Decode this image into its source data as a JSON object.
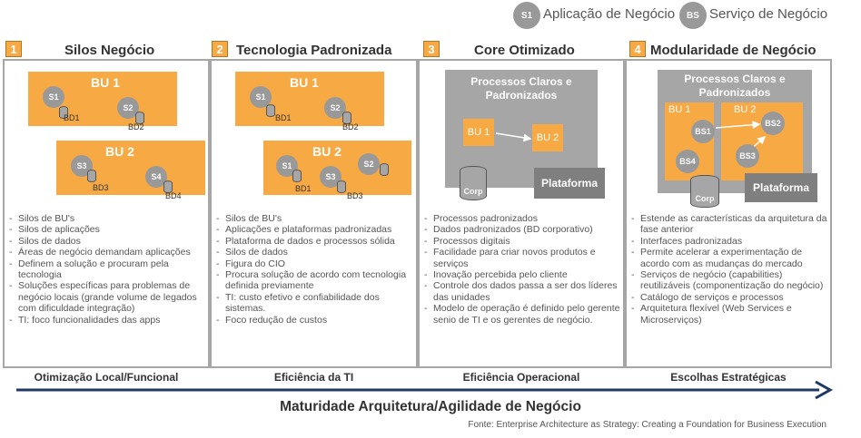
{
  "legend": [
    {
      "code": "S1",
      "label": "Aplicação de Negócio"
    },
    {
      "code": "BS",
      "label": "Serviço de Negócio"
    }
  ],
  "stages": [
    {
      "number": "1",
      "title": "Silos Negócio",
      "footer": "Otimização Local/Funcional",
      "diagram": {
        "bu1": "BU 1",
        "bu2": "BU 2",
        "apps": [
          "S1",
          "S2",
          "S3",
          "S4"
        ],
        "dbs": [
          "BD1",
          "BD2",
          "BD3",
          "BD4"
        ]
      },
      "bullets": [
        "Silos de BU's",
        "Silos de aplicações",
        "Silos de dados",
        "Áreas de negócio demandam aplicações",
        "Definem a solução e procuram pela tecnologia",
        "Soluções específicas para problemas de negócio locais (grande volume de legados com dificuldade integração)",
        "TI: foco funcionalidades das apps"
      ]
    },
    {
      "number": "2",
      "title": "Tecnologia Padronizada",
      "footer": "Eficiência da TI",
      "diagram": {
        "bu1": "BU 1",
        "bu2": "BU 2",
        "apps": [
          "S1",
          "S2",
          "S1",
          "S3",
          "S2"
        ],
        "dbs": [
          "BD1",
          "BD2",
          "BD1",
          "BD3"
        ]
      },
      "bullets": [
        "Silos de BU's",
        "Aplicações e plataformas padronizadas",
        "Plataforma de dados e processos sólida",
        "Silos de dados",
        "Figura do CIO",
        "Procura solução de acordo com tecnologia definida previamente",
        "TI: custo efetivo e confiabilidade dos sistemas.",
        "Foco redução de custos"
      ]
    },
    {
      "number": "3",
      "title": "Core Otimizado",
      "footer": "Eficiência Operacional",
      "diagram": {
        "process_title": "Processos Claros e Padronizados",
        "bu1": "BU 1",
        "bu2": "BU 2",
        "db": "Corp",
        "platform": "Plataforma"
      },
      "bullets": [
        "Processos padronizados",
        "Dados padronizados (BD corporativo)",
        "Processos digitais",
        "Facilidade para criar novos produtos e serviços",
        "Inovação percebida pelo cliente",
        "Controle dos dados passa a ser dos líderes das unidades",
        "Modelo de operação é definido pelo gerente senio de TI e os gerentes de negócio."
      ]
    },
    {
      "number": "4",
      "title": "Modularidade de Negócio",
      "footer": "Escolhas Estratégicas",
      "diagram": {
        "process_title": "Processos Claros e Padronizados",
        "bu1": "BU 1",
        "bu2": "BU 2",
        "services": [
          "BS1",
          "BS4",
          "BS2",
          "BS3"
        ],
        "db": "Corp",
        "platform": "Plataforma"
      },
      "bullets": [
        "Estende as características da arquitetura da fase anterior",
        "Interfaces padronizadas",
        "Permite acelerar a experimentação de acordo com as mudanças do mercado",
        "Serviços de negócio (capabilities) reutilizáveis (componentização do negócio)",
        "Catálogo de serviços e processos",
        "Arquitetura flexível (Web Services e Microserviços)"
      ]
    }
  ],
  "arrow_label": "Maturidade Arquitetura/Agilidade de Negócio",
  "source": "Fonte: Enterprise Architecture as Strategy: Creating a Foundation for Business Execution",
  "colors": {
    "orange": "#f7a944",
    "gray": "#a6a6a6",
    "dark_gray": "#7f7f7f",
    "navy": "#1f3864"
  }
}
